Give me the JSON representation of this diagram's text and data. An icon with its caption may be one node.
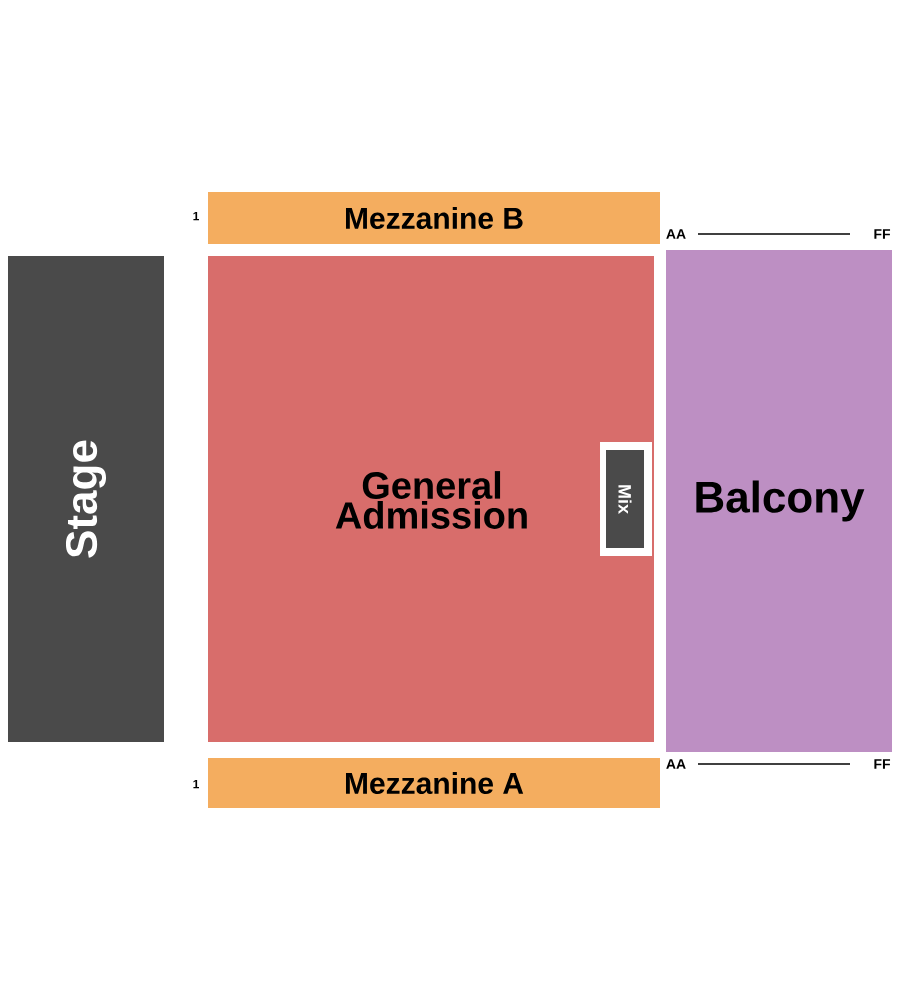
{
  "diagram": {
    "nodes": [
      {
        "text": [
          "Stage"
        ]
      },
      {
        "text": [
          "Mezzanine B"
        ]
      },
      {
        "text": [
          "General Admission"
        ]
      },
      {
        "text": [
          "Mix"
        ],
        "in": 2
      },
      {
        "text": [
          "Balcony"
        ]
      },
      {
        "text": [
          "Mezzanine A"
        ]
      }
    ],
    "labels": [
      "1",
      "AA",
      "FF",
      "1",
      "AA",
      "FF"
    ]
  }
}
